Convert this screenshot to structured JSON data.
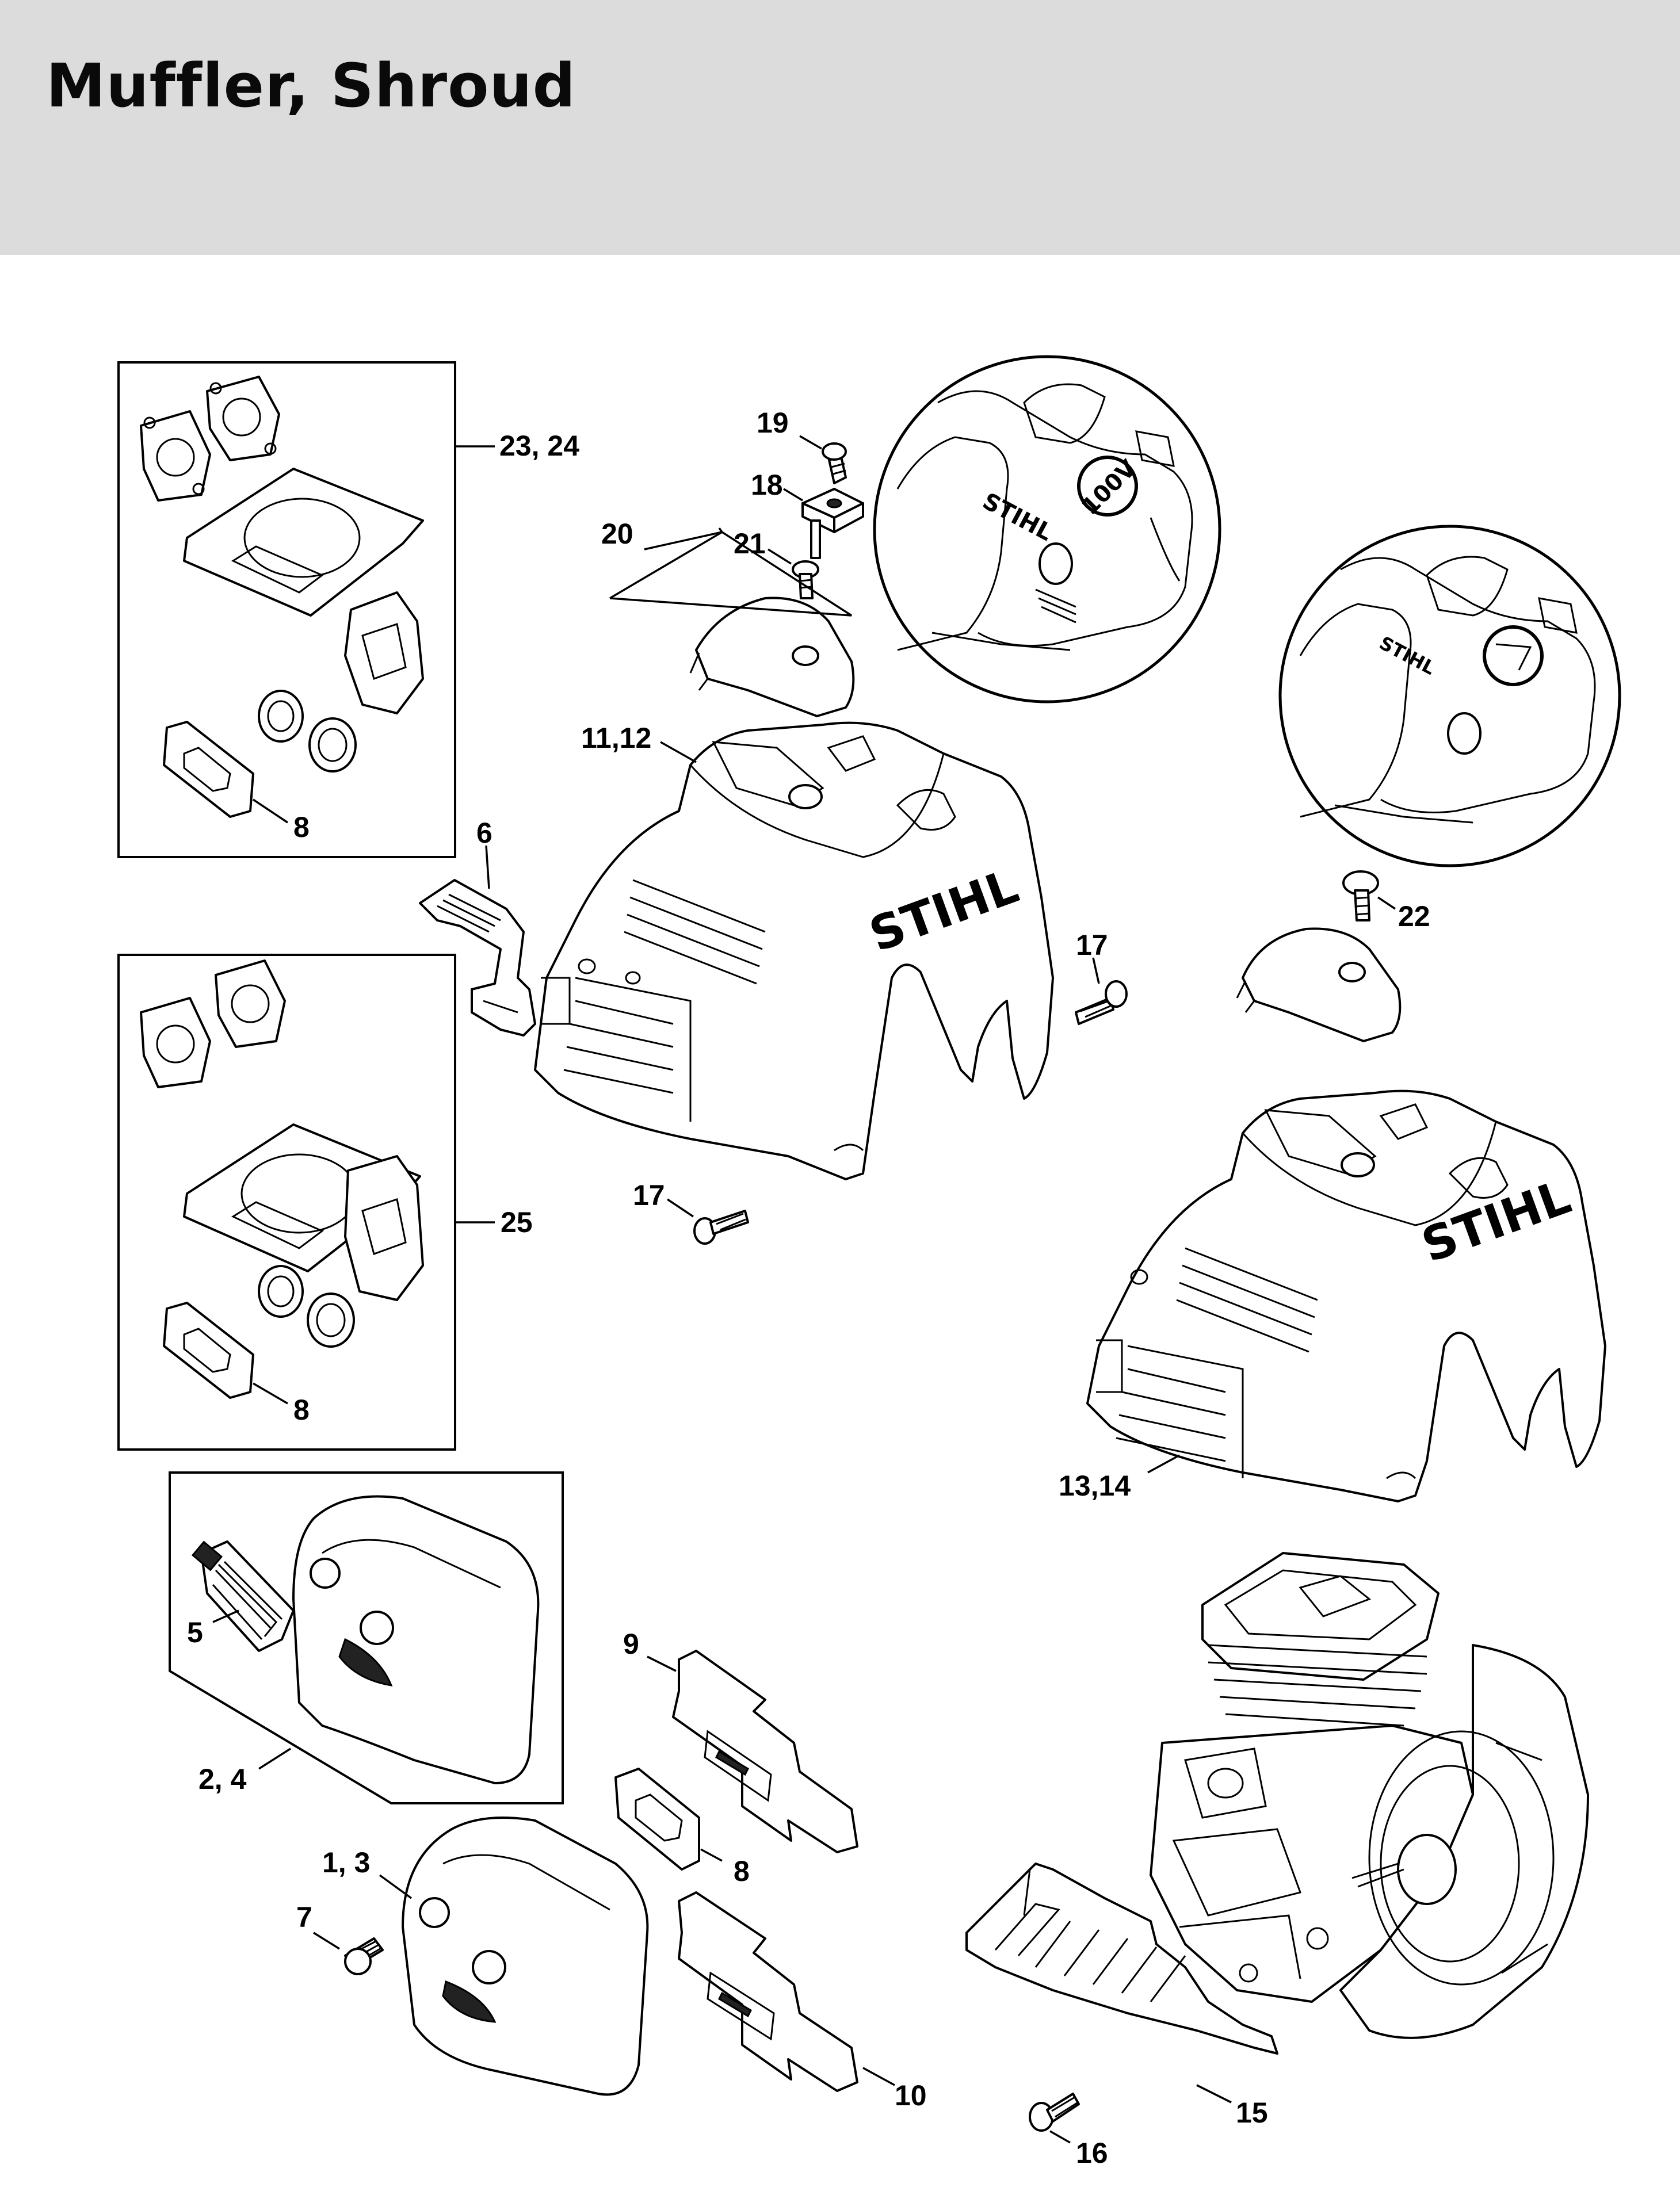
{
  "page": {
    "title": "Muffler, Shroud"
  },
  "callouts": [
    {
      "id": "c-23-24",
      "label": "23, 24"
    },
    {
      "id": "c-8a",
      "label": "8"
    },
    {
      "id": "c-25",
      "label": "25"
    },
    {
      "id": "c-8b",
      "label": "8"
    },
    {
      "id": "c-6",
      "label": "6"
    },
    {
      "id": "c-19",
      "label": "19"
    },
    {
      "id": "c-18",
      "label": "18"
    },
    {
      "id": "c-20",
      "label": "20"
    },
    {
      "id": "c-21",
      "label": "21"
    },
    {
      "id": "c-11-12",
      "label": "11,12"
    },
    {
      "id": "c-17a",
      "label": "17"
    },
    {
      "id": "c-17b",
      "label": "17"
    },
    {
      "id": "c-22",
      "label": "22"
    },
    {
      "id": "c-13-14",
      "label": "13,14"
    },
    {
      "id": "c-5",
      "label": "5"
    },
    {
      "id": "c-2-4",
      "label": "2, 4"
    },
    {
      "id": "c-9",
      "label": "9"
    },
    {
      "id": "c-8c",
      "label": "8"
    },
    {
      "id": "c-1-3",
      "label": "1, 3"
    },
    {
      "id": "c-7",
      "label": "7"
    },
    {
      "id": "c-10",
      "label": "10"
    },
    {
      "id": "c-16",
      "label": "16"
    },
    {
      "id": "c-15",
      "label": "15"
    }
  ],
  "brand": {
    "logo_text": "STIHL",
    "badge_text": "100V"
  }
}
